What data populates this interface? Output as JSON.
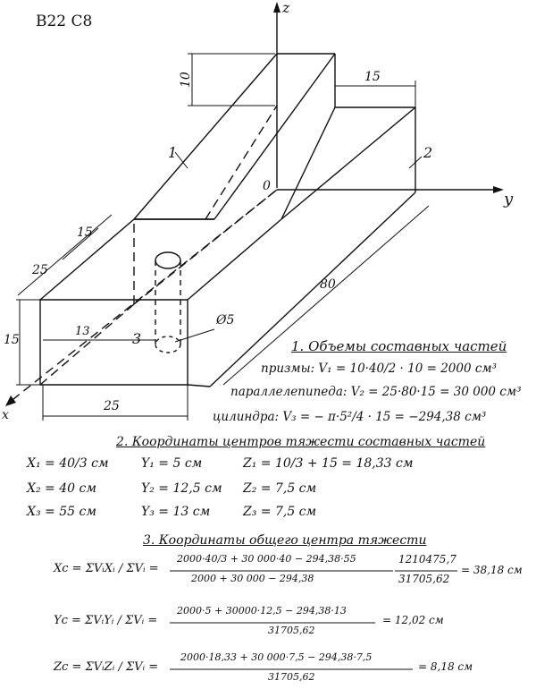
{
  "header": {
    "code": "В22  С8"
  },
  "drawing": {
    "labels": {
      "axis_z": "z",
      "axis_y": "y",
      "axis_x": "x",
      "origin": "0",
      "part1": "1",
      "part2": "2",
      "part3": "3",
      "dim_10": "10",
      "dim_15_top": "15",
      "dim_15_left": "15",
      "dim_25_left": "25",
      "dim_80": "80",
      "dim_15_height": "15",
      "dim_13": "13",
      "dim_25_bottom": "25",
      "diameter": "Ø5"
    }
  },
  "sections": {
    "s1": {
      "title": "1. Объемы составных частей",
      "prism": "призмы: V₁ = 10·40/2 · 10 = 2000 см³",
      "box": "параллелепипеда: V₂ = 25·80·15 = 30 000 см³",
      "cylinder": "цилиндра: V₃ = − π·5²/4 · 15 = −294,38 см³"
    },
    "s2": {
      "title": "2. Координаты центров тяжести составных частей",
      "x1": "X₁ = 40/3 см",
      "y1": "Y₁ = 5 см",
      "z1": "Z₁ = 10/3 + 15 = 18,33 см",
      "x2": "X₂ = 40 см",
      "y2": "Y₂ = 12,5 см",
      "z2": "Z₂ = 7,5 см",
      "x3": "X₃ = 55 см",
      "y3": "Y₃ = 13 см",
      "z3": "Z₃ = 7,5 см"
    },
    "s3": {
      "title": "3. Координаты общего центра тяжести",
      "xc_lhs": "Xc = ΣVᵢXᵢ / ΣVᵢ =",
      "xc_num": "2000·40/3 + 30 000·40 − 294,38·55",
      "xc_den": "2000 + 30 000 − 294,38",
      "xc_mid_num": "1210475,7",
      "xc_mid_den": "31705,62",
      "xc_result": "= 38,18 см",
      "yc_lhs": "Yc = ΣVᵢYᵢ / ΣVᵢ =",
      "yc_num": "2000·5 + 30000·12,5 − 294,38·13",
      "yc_den": "31705,62",
      "yc_result": "= 12,02 см",
      "zc_lhs": "Zc = ΣVᵢZᵢ / ΣVᵢ =",
      "zc_num": "2000·18,33 + 30 000·7,5 − 294,38·7,5",
      "zc_den": "31705,62",
      "zc_result": "= 8,18 см"
    }
  }
}
